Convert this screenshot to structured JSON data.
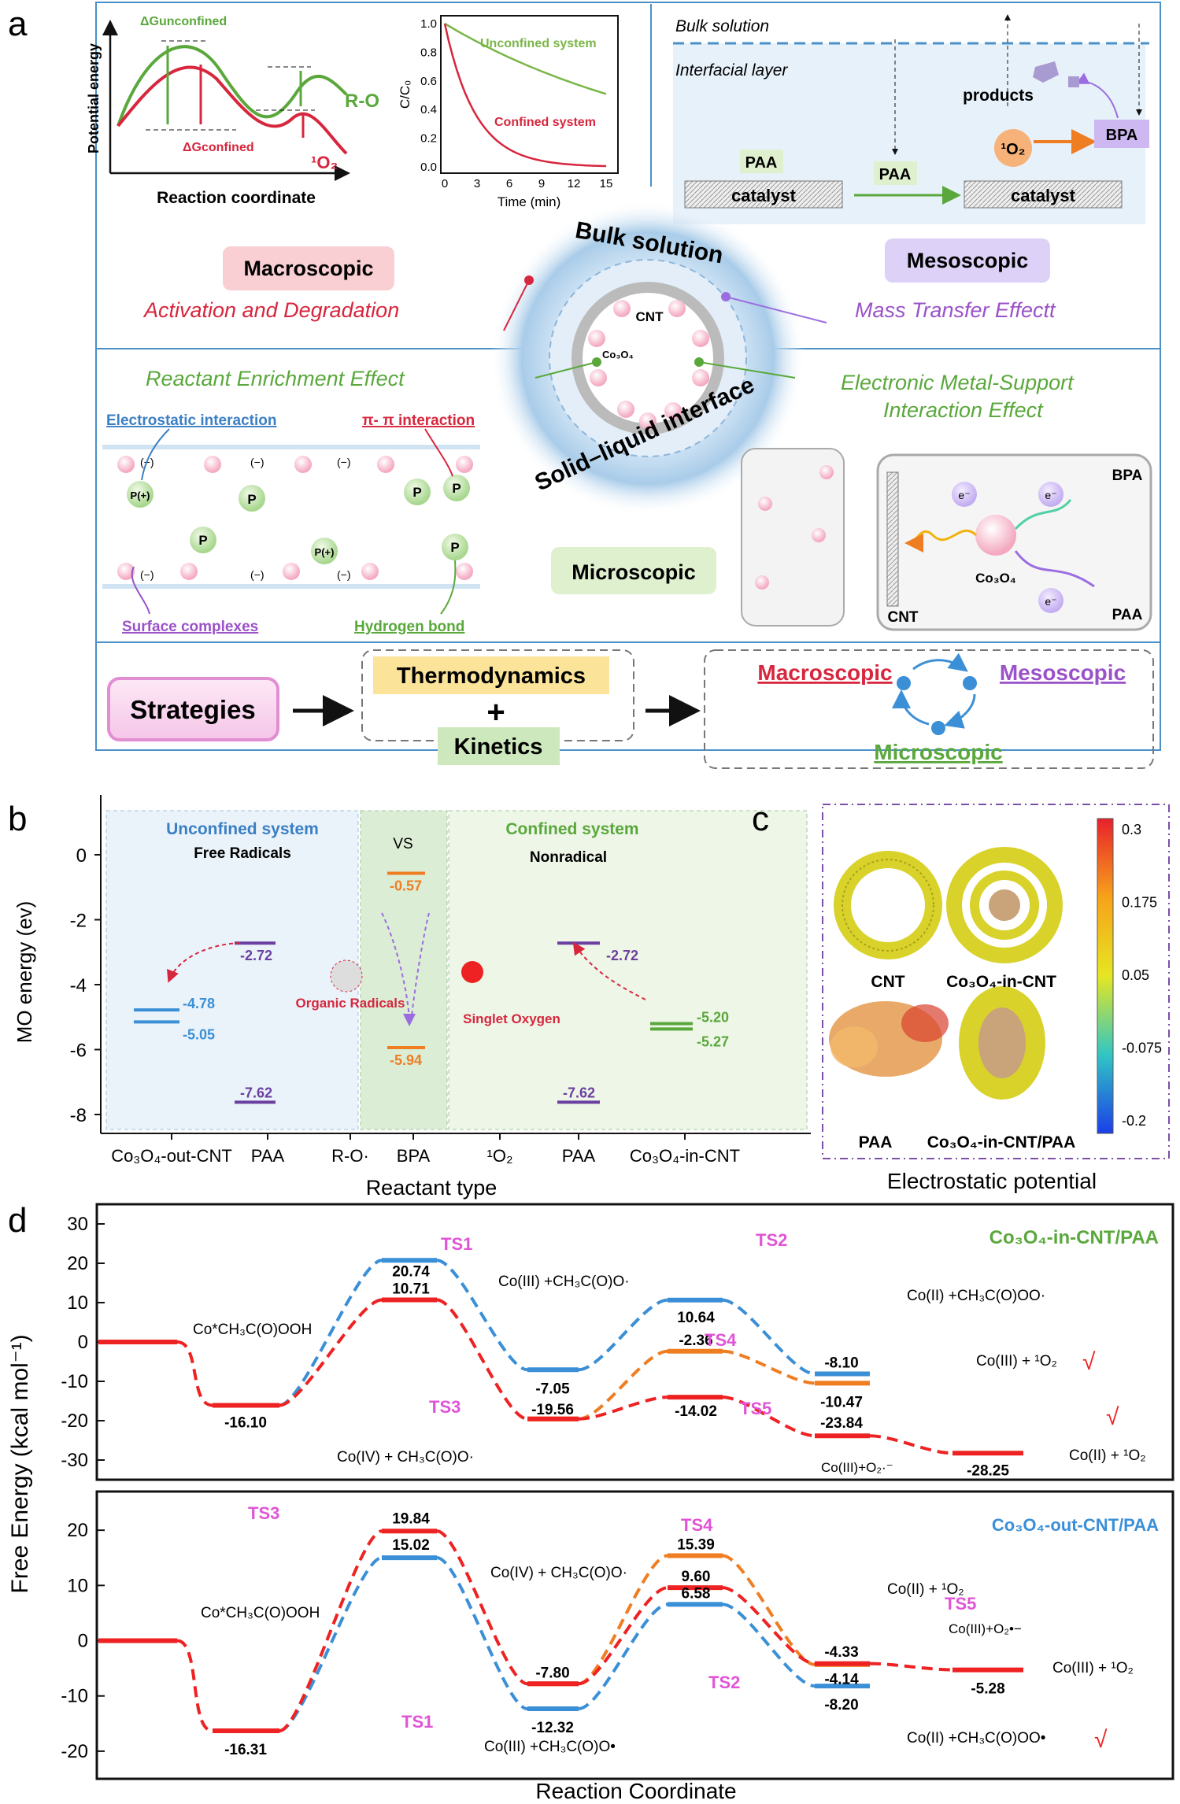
{
  "panel_letters": {
    "a": "a",
    "b": "b",
    "c": "c",
    "d": "d"
  },
  "panel_a": {
    "energy_plot": {
      "ylabel": "Potential energy",
      "xlabel": "Reaction coordinate",
      "dg_unconfined": "ΔGunconfined",
      "dg_confined": "ΔGconfined",
      "ro": "R-O",
      "singlet": "¹O₂"
    },
    "decay_chart": {
      "ylabel": "C/C₀",
      "xlabel": "Time (min)",
      "yticks": [
        "0.0",
        "0.2",
        "0.4",
        "0.6",
        "0.8",
        "1.0"
      ],
      "xticks": [
        "0",
        "3",
        "6",
        "9",
        "12",
        "15"
      ],
      "label_unconfined": "Unconfined system",
      "label_confined": "Confined system",
      "color_unconfined": "#7ab648",
      "color_confined": "#d7263d"
    },
    "meso_box": {
      "bulk": "Bulk solution",
      "interfacial": "Interfacial layer",
      "products": "products",
      "paa1": "PAA",
      "paa2": "PAA",
      "catalyst1": "catalyst",
      "catalyst2": "catalyst",
      "singlet": "¹O₂",
      "bpa": "BPA"
    },
    "macroscopic": "Macroscopic",
    "activation": "Activation and Degradation",
    "mesoscopic": "Mesoscopic",
    "mass_transfer": "Mass Transfer Effectt",
    "center": {
      "bulk": "Bulk solution",
      "cnt": "CNT",
      "co3o4": "Co₃O₄",
      "interface": "Solid–liquid interface"
    },
    "reactant_enrichment": "Reactant Enrichment Effect",
    "electronic_1": "Electronic Metal-Support",
    "electronic_2": "Interaction Effect",
    "micro_left": {
      "electrostatic": "Electrostatic interaction",
      "pi": "π- π interaction",
      "surface": "Surface complexes",
      "hbond": "Hydrogen bond",
      "p": "P",
      "p_plus": "P(+)",
      "minus": "(−)"
    },
    "microscopic": "Microscopic",
    "micro_right": {
      "bpa": "BPA",
      "co3o4": "Co₃O₄",
      "cnt": "CNT",
      "paa": "PAA",
      "e": "e⁻"
    },
    "strategies": "Strategies",
    "thermodynamics": "Thermodynamics",
    "plus": "+",
    "kinetics": "Kinetics",
    "macro_out": "Macroscopic",
    "meso_out": "Mesoscopic",
    "micro_out": "Microscopic"
  },
  "panel_b": {
    "ylabel": "MO energy (ev)",
    "xlabel": "Reactant type",
    "yticks": [
      "0",
      "-2",
      "-4",
      "-6",
      "-8"
    ],
    "categories": [
      "Co₃O₄-out-CNT",
      "PAA",
      "R-O·",
      "BPA",
      "¹O₂",
      "PAA",
      "Co₃O₄-in-CNT"
    ],
    "unconfined": "Unconfined system",
    "free_radicals": "Free Radicals",
    "vs": "VS",
    "confined": "Confined system",
    "nonradical": "Nonradical",
    "organic_radicals": "Organic Radicals",
    "singlet_oxygen": "Singlet Oxygen",
    "levels": [
      "-4.78",
      "-5.05",
      "-2.72",
      "-7.62",
      "-0.57",
      "-5.94",
      "-2.72",
      "-7.62",
      "-5.20",
      "-5.27"
    ]
  },
  "panel_c": {
    "title": "Electrostatic potential",
    "labels": [
      "CNT",
      "Co₃O₄-in-CNT",
      "PAA",
      "Co₃O₄-in-CNT/PAA"
    ],
    "scale": [
      "0.3",
      "0.175",
      "0.05",
      "-0.075",
      "-0.2"
    ]
  },
  "panel_d": {
    "ylabel": "Free Energy (kcal mol⁻¹)",
    "xlabel": "Reaction Coordinate",
    "top": {
      "system": "Co₃O₄-in-CNT/PAA",
      "yticks": [
        "30",
        "20",
        "10",
        "0",
        "-10",
        "-20",
        "-30"
      ],
      "texts": {
        "ts1": "TS1",
        "ts2": "TS2",
        "ts3": "TS3",
        "ts4": "TS4",
        "ts5": "TS5",
        "co_paa": "Co*CH₃C(O)OOH",
        "co3_ch3": "Co(III) +CH₃C(O)O·",
        "co4_ch3": "Co(IV) + CH₃C(O)O·",
        "co2_ch3": "Co(II) +CH₃C(O)OO·",
        "co3_o2": "Co(III) + ¹O₂",
        "co3_sup": "Co(III)+O₂·⁻",
        "co2_o2": "Co(II) + ¹O₂",
        "check": "√"
      },
      "values": [
        "-16.10",
        "20.74",
        "10.71",
        "-7.05",
        "-19.56",
        "10.64",
        "-2.36",
        "-14.02",
        "-8.10",
        "-10.47",
        "-23.84",
        "-28.25"
      ]
    },
    "bottom": {
      "system": "Co₃O₄-out-CNT/PAA",
      "yticks": [
        "20",
        "10",
        "0",
        "-10",
        "-20"
      ],
      "texts": {
        "ts1": "TS1",
        "ts2": "TS2",
        "ts3": "TS3",
        "ts4": "TS4",
        "ts5": "TS5",
        "co_paa": "Co*CH₃C(O)OOH",
        "co4_ch3": "Co(IV) + CH₃C(O)O·",
        "co3_ch3": "Co(III) +CH₃C(O)O•",
        "co2_o2": "Co(II) + ¹O₂",
        "co3_sup": "Co(III)+O₂•−",
        "co3_o2": "Co(III) + ¹O₂",
        "co2_ch3": "Co(II) +CH₃C(O)OO•",
        "check": "√"
      },
      "values": [
        "-16.31",
        "19.84",
        "15.02",
        "-7.80",
        "-12.32",
        "15.39",
        "9.60",
        "6.58",
        "-4.33",
        "-4.14",
        "-8.20",
        "-5.28"
      ]
    }
  }
}
